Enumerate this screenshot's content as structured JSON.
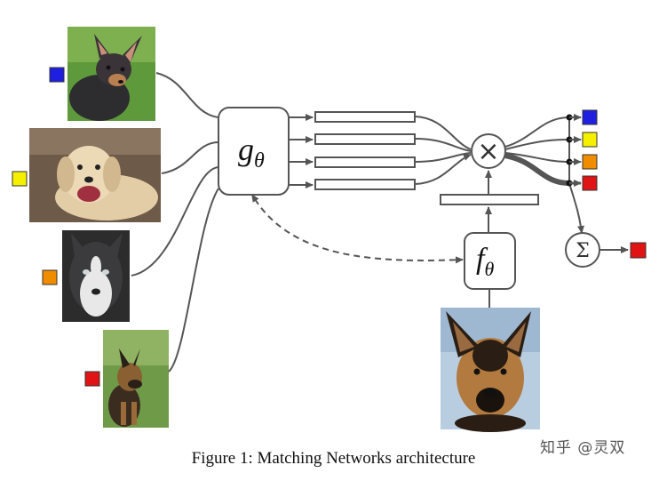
{
  "diagram": {
    "caption": "Figure 1: Matching Networks architecture",
    "watermark": "知乎 @灵双",
    "support_encoder_label": "g",
    "support_encoder_subscript": "θ",
    "query_encoder_label": "f",
    "query_encoder_subscript": "θ",
    "multiply_symbol": "×",
    "sum_symbol": "Σ",
    "label_colors": {
      "blue": "#1f1fe0",
      "yellow": "#f4f000",
      "orange": "#f08c00",
      "red": "#e01414"
    },
    "support_images": [
      {
        "name": "chihuahua",
        "label": "blue"
      },
      {
        "name": "labrador",
        "label": "yellow"
      },
      {
        "name": "husky",
        "label": "orange"
      },
      {
        "name": "german-shepherd",
        "label": "red"
      }
    ],
    "query_image": {
      "name": "german-shepherd-query"
    },
    "predicted_label": "red"
  }
}
